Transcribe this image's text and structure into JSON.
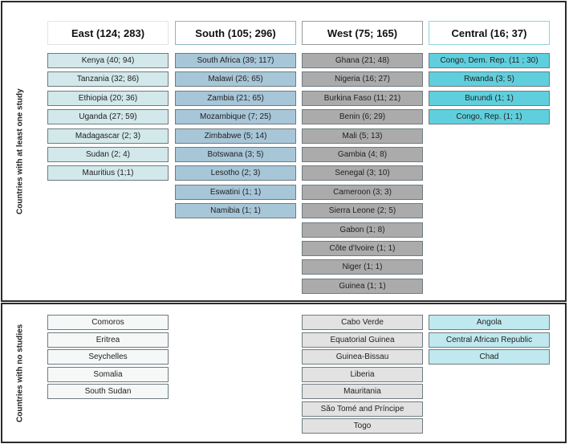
{
  "rows": {
    "with_studies": "Countries with at least one study",
    "no_studies": "Countries with no studies"
  },
  "regions": [
    {
      "header": "East (124; 283)",
      "with_studies": [
        "Kenya (40; 94)",
        "Tanzania (32; 86)",
        "Ethiopia (20; 36)",
        "Uganda (27; 59)",
        "Madagascar (2; 3)",
        "Sudan (2; 4)",
        "Mauritius (1;1)"
      ],
      "no_studies": [
        "Comoros",
        "Eritrea",
        "Seychelles",
        "Somalia",
        "South Sudan"
      ]
    },
    {
      "header": "South (105; 296)",
      "with_studies": [
        "South Africa (39; 117)",
        "Malawi (26; 65)",
        "Zambia (21; 65)",
        "Mozambique (7; 25)",
        "Zimbabwe (5; 14)",
        "Botswana (3; 5)",
        "Lesotho (2; 3)",
        "Eswatini (1; 1)",
        "Namibia (1; 1)"
      ],
      "no_studies": []
    },
    {
      "header": "West (75; 165)",
      "with_studies": [
        "Ghana (21; 48)",
        "Nigeria (16; 27)",
        "Burkina Faso (11; 21)",
        "Benin (6; 29)",
        "Mali (5; 13)",
        "Gambia (4; 8)",
        "Senegal (3; 10)",
        "Cameroon (3; 3)",
        "Sierra Leone (2; 5)",
        "Gabon (1; 8)",
        "Côte d'Ivoire (1; 1)",
        "Niger (1; 1)",
        "Guinea (1; 1)"
      ],
      "no_studies": [
        "Cabo Verde",
        "Equatorial Guinea",
        "Guinea-Bissau",
        "Liberia",
        "Mauritania",
        "São Tomé and Príncipe",
        "Togo"
      ]
    },
    {
      "header": "Central (16; 37)",
      "with_studies": [
        "Congo, Dem. Rep. (11 ; 30)",
        "Rwanda (3; 5)",
        "Burundi (1; 1)",
        "Congo, Rep. (1; 1)"
      ],
      "no_studies": [
        "Angola",
        "Central African Republic",
        "Chad"
      ]
    }
  ],
  "colors": {
    "east": "#d2e8ea",
    "south": "#a7c6d8",
    "west": "#ababab",
    "central": "#5fcfdd",
    "east_none": "#f6f8f8",
    "west_none": "#e2e2e2",
    "central_none": "#bfe9ef"
  }
}
